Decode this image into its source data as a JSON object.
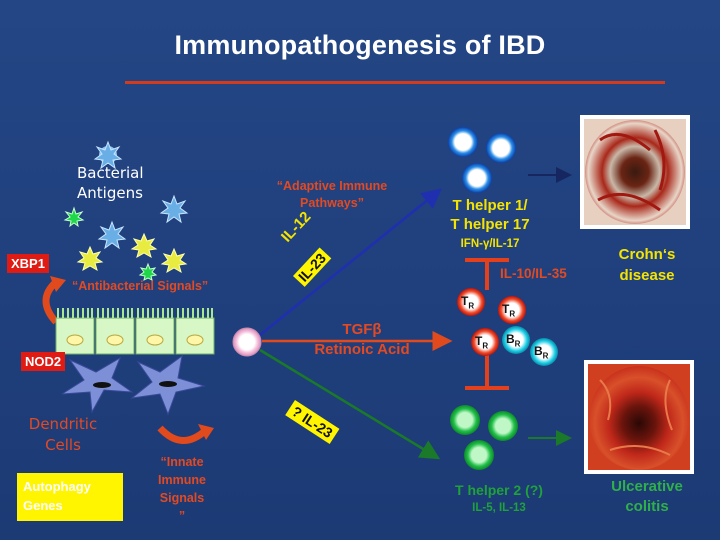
{
  "title": "Immunopathogenesis of IBD",
  "labels": {
    "bacterial_antigens_1": "Bacterial",
    "bacterial_antigens_2": "Antigens",
    "adaptive_1": "Adaptive Immune",
    "adaptive_2": "Pathways",
    "antibacterial": "Antibacterial Signals",
    "xbp1": "XBP1",
    "nod2": "NOD2",
    "dendritic_1": "Dendritic",
    "dendritic_2": "Cells",
    "innate_1": "Innate",
    "innate_2": "Immune",
    "innate_3": "Signals",
    "autophagy_1": "Autophagy",
    "autophagy_2": "Genes",
    "il12": "IL-12",
    "il23_top": "IL-23",
    "tgf_1": "TGF",
    "tgf_beta": "β",
    "retinoic": "Retinoic Acid",
    "il23_bottom": "? IL-23",
    "th1_1": "T helper 1/",
    "th1_2": "T helper 17",
    "ifn": "IFN-",
    "ifn_gamma": "γ",
    "ifn_rest": "/IL-17",
    "il10": "IL-10/IL-35",
    "th2_1": "T helper 2 (?)",
    "th2_2": "IL-5, IL-13",
    "crohns_1": "Crohn‘s",
    "crohns_2": "disease",
    "uc_1": "Ulcerative",
    "uc_2": "colitis",
    "t_letter": "T",
    "b_letter": "B",
    "r_sub": "R"
  },
  "colors": {
    "background": "#20407a",
    "title_rule": "#d33b1c",
    "yellow_text": "#f5e400",
    "red_text": "#e34a22",
    "green_text": "#1fa23a",
    "arrow_blue": "#1f2fb0",
    "arrow_red": "#e04a1c",
    "arrow_green": "#1a7a2a",
    "inhibit_red": "#e4401c"
  },
  "icons": [
    "bacterium-icon",
    "th1-cell-icon",
    "th2-cell-icon",
    "treg-cell-icon",
    "breg-cell-icon",
    "dendritic-cell-icon",
    "epithelial-cell-icon",
    "antigen-presenting-cell-icon",
    "curved-arrow-icon",
    "inhibition-bar-icon"
  ]
}
